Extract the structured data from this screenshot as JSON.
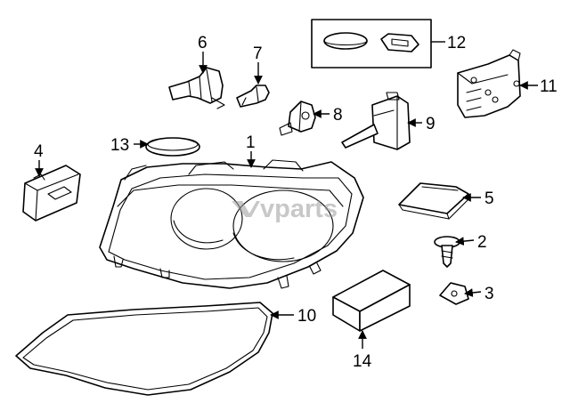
{
  "callouts": {
    "c1": "1",
    "c2": "2",
    "c3": "3",
    "c4": "4",
    "c5": "5",
    "c6": "6",
    "c7": "7",
    "c8": "8",
    "c9": "9",
    "c10": "10",
    "c11": "11",
    "c12": "12",
    "c13": "13",
    "c14": "14"
  },
  "watermark": {
    "text": "vparts",
    "color": "#9a9a9a"
  },
  "colors": {
    "line": "#000000",
    "background": "#ffffff"
  }
}
